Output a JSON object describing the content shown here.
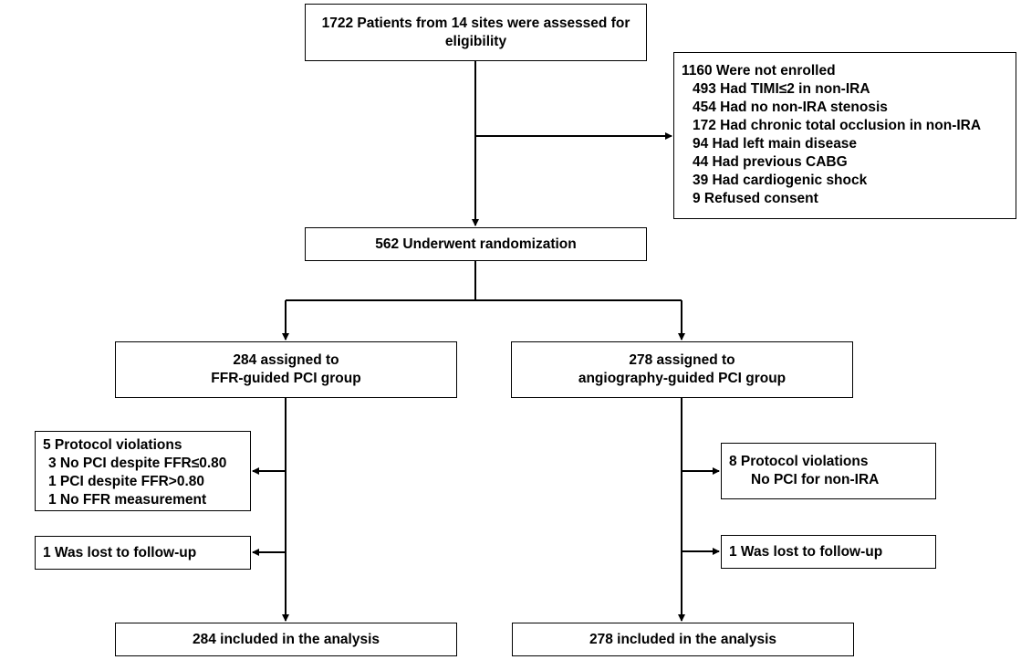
{
  "assessed": {
    "line1": "1722 Patients from 14 sites were assessed for",
    "line2": "eligibility"
  },
  "not_enrolled": {
    "title": "1160 Were not enrolled",
    "reasons": [
      "493 Had TIMI≤2 in non-IRA",
      "454 Had no non-IRA stenosis",
      "172 Had chronic total occlusion in non-IRA",
      "94 Had left main disease",
      "44 Had previous CABG",
      "39 Had cardiogenic shock",
      "9 Refused consent"
    ]
  },
  "randomization": {
    "label": "562 Underwent randomization"
  },
  "ffr_group": {
    "assigned_line1": "284 assigned to",
    "assigned_line2": "FFR-guided PCI group",
    "violations_title": "5 Protocol violations",
    "violations": [
      "3 No PCI despite FFR≤0.80",
      "1 PCI despite FFR>0.80",
      "1 No FFR measurement"
    ],
    "lost": "1 Was lost to follow-up",
    "analysis": "284 included in the analysis"
  },
  "angio_group": {
    "assigned_line1": "278 assigned to",
    "assigned_line2": "angiography-guided PCI group",
    "violations_title": "8 Protocol violations",
    "violations": [
      "No PCI for non-IRA"
    ],
    "lost": "1 Was lost to follow-up",
    "analysis": "278 included in the analysis"
  }
}
